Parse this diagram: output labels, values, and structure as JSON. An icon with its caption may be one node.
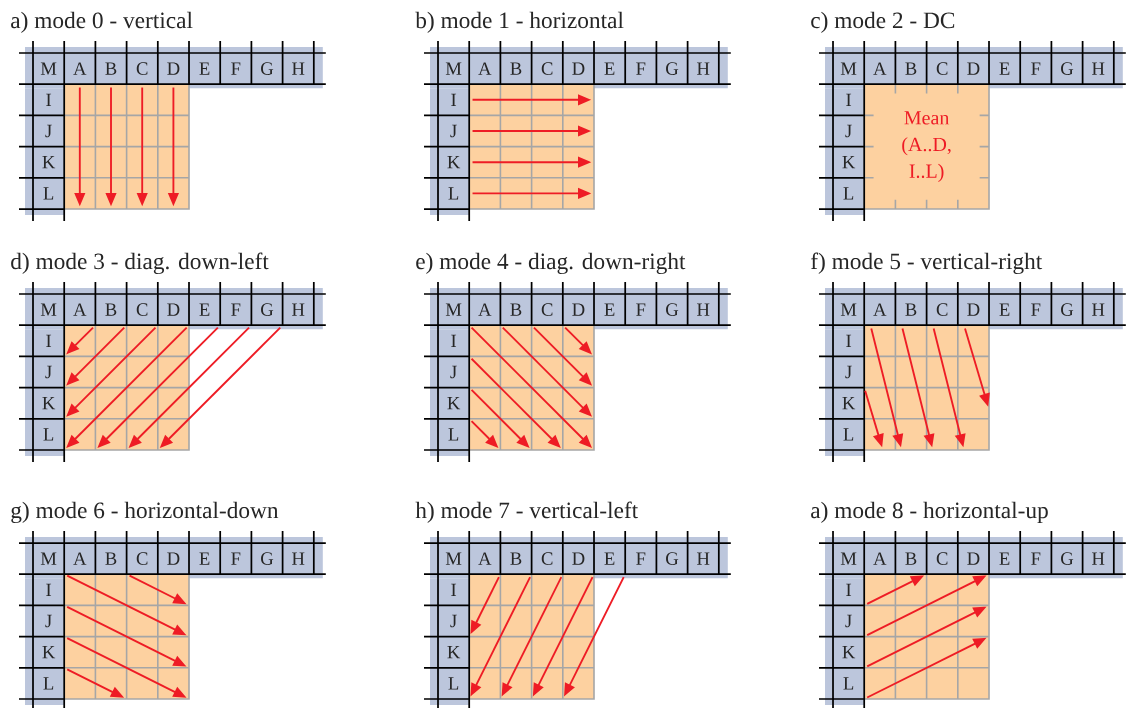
{
  "diagram": {
    "labels": [
      "a) mode 0 - vertical",
      "M",
      "A",
      "B",
      "C",
      "D",
      "E",
      "F",
      "G",
      "H",
      "I",
      "J",
      "K",
      "L",
      "b) mode 1 - horizontal",
      "M",
      "A",
      "B",
      "C",
      "D",
      "E",
      "F",
      "G",
      "H",
      "I",
      "J",
      "K",
      "L",
      "c) mode 2 - DC",
      "M",
      "A",
      "B",
      "C",
      "D",
      "E",
      "F",
      "G",
      "H",
      "I",
      "J",
      "K",
      "L",
      "Mean (A..D, I..L)",
      "d) mode 3 - diag. down-left",
      "M",
      "A",
      "B",
      "C",
      "D",
      "E",
      "F",
      "G",
      "H",
      "I",
      "J",
      "K",
      "L",
      "e) mode 4 - diag. down-right",
      "M",
      "A",
      "B",
      "C",
      "D",
      "E",
      "F",
      "G",
      "H",
      "I",
      "J",
      "K",
      "L",
      "f) mode 5 - vertical-right",
      "M",
      "A",
      "B",
      "C",
      "D",
      "E",
      "F",
      "G",
      "H",
      "I",
      "J",
      "K",
      "L",
      "g) mode 6 - horizontal-down",
      "M",
      "A",
      "B",
      "C",
      "D",
      "E",
      "F",
      "G",
      "H",
      "I",
      "J",
      "K",
      "L",
      "h) mode 7 - vertical-left",
      "M",
      "A",
      "B",
      "C",
      "D",
      "E",
      "F",
      "G",
      "H",
      "I",
      "J",
      "K",
      "L",
      "a) mode 8 - horizontal-up",
      "M",
      "A",
      "B",
      "C",
      "D",
      "E",
      "F",
      "G",
      "H",
      "I",
      "J",
      "K",
      "L"
    ]
  }
}
